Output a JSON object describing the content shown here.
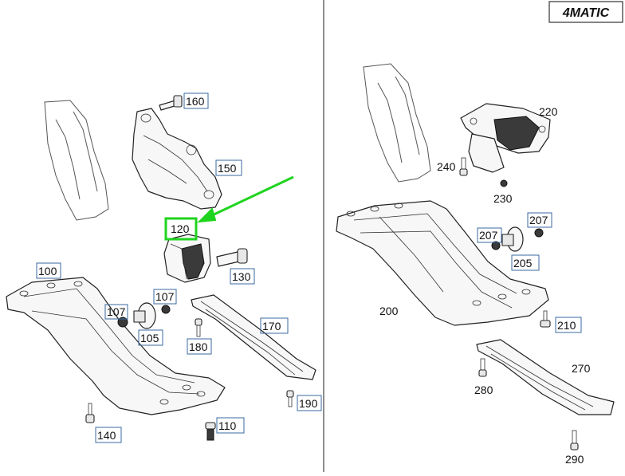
{
  "badge": {
    "text": "4MATIC"
  },
  "labels": {
    "l100": "100",
    "l105": "105",
    "l107a": "107",
    "l107b": "107",
    "l110": "110",
    "l120": "120",
    "l130": "130",
    "l140": "140",
    "l150": "150",
    "l160": "160",
    "l170": "170",
    "l180": "180",
    "l190": "190",
    "l200": "200",
    "l205": "205",
    "l207a": "207",
    "l207b": "207",
    "l210": "210",
    "l220": "220",
    "l230": "230",
    "l240": "240",
    "l270": "270",
    "l280": "280",
    "l290": "290"
  },
  "colors": {
    "highlight": "#1fd41f",
    "label_box": "#3a6aa0",
    "line": "#222222"
  },
  "icons": {
    "badge": "4matic-logo",
    "pointer": "green-arrow"
  }
}
